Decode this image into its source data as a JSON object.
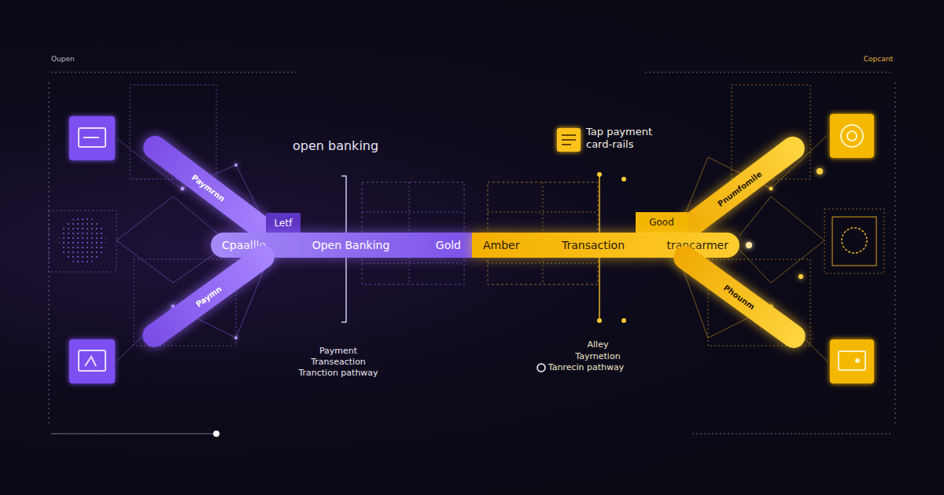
{
  "diagram": {
    "nodes": [
      {
        "text": [
          "Paymrnn"
        ]
      },
      {
        "text": [
          "Letf"
        ]
      },
      {
        "text": [
          "Cpaallle",
          "Open Banking",
          "Gold"
        ]
      },
      {
        "text": [
          "Paymn"
        ]
      },
      {
        "text": [
          "Pnumfomile"
        ]
      },
      {
        "text": [
          "Good"
        ]
      },
      {
        "text": [
          "Amber",
          "Transaction",
          "trancarmer"
        ]
      },
      {
        "text": [
          "Phounm"
        ]
      }
    ],
    "labels": [
      "Oupen",
      "Copcant",
      "open banking",
      "Tap payment card-rails",
      "Payment",
      "Transeaction",
      "Tranction pathway",
      "Alley",
      "Tayrnetion",
      "Tanrecin pathway"
    ]
  }
}
